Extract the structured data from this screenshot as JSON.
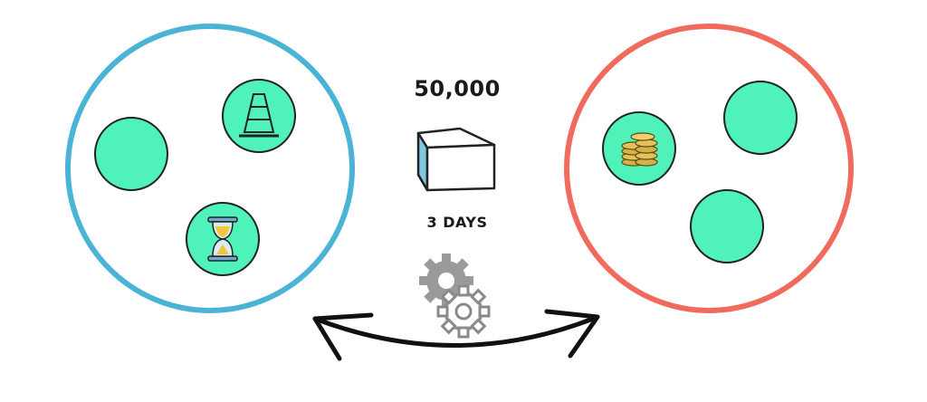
{
  "diagram": {
    "count_text": "50,000",
    "duration_text": "3 DAYS",
    "colors": {
      "left_group": "#4bb3d6",
      "right_group": "#f06b5d",
      "node_fill": "#4ff2b9",
      "outline": "#222222",
      "cube_side": "#7fc8e0",
      "gear": "#8f8f8f"
    },
    "left_group": {
      "nodes": [
        {
          "name": "node-plain",
          "icon": ""
        },
        {
          "name": "node-traffic-cone",
          "icon": "traffic-cone-icon"
        },
        {
          "name": "node-hourglass",
          "icon": "hourglass-icon"
        }
      ]
    },
    "right_group": {
      "nodes": [
        {
          "name": "node-coins",
          "icon": "coin-stack-icon"
        },
        {
          "name": "node-plain-top",
          "icon": ""
        },
        {
          "name": "node-plain-bottom",
          "icon": ""
        }
      ]
    },
    "center_icons": [
      "cube-icon",
      "gears-icon",
      "double-arrow-icon"
    ]
  }
}
